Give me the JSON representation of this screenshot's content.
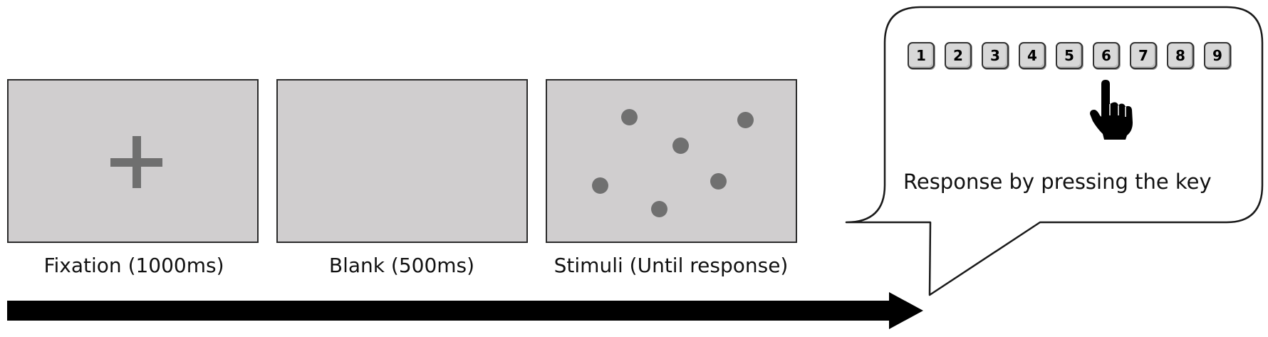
{
  "panels": [
    {
      "caption": "Fixation (1000ms)"
    },
    {
      "caption": "Blank (500ms)"
    },
    {
      "caption": "Stimuli (Until response)"
    }
  ],
  "response": {
    "keys": [
      "1",
      "2",
      "3",
      "4",
      "5",
      "6",
      "7",
      "8",
      "9"
    ],
    "text": "Response by pressing the key",
    "pressed_key": "6"
  },
  "icons": {
    "fixation": "plus-cross-icon",
    "hand": "pointing-hand-icon",
    "timeline": "arrow-right-icon"
  },
  "colors": {
    "panel_fill": "#d0cecf",
    "stimulus_gray": "#707070",
    "arrow": "#000000"
  }
}
